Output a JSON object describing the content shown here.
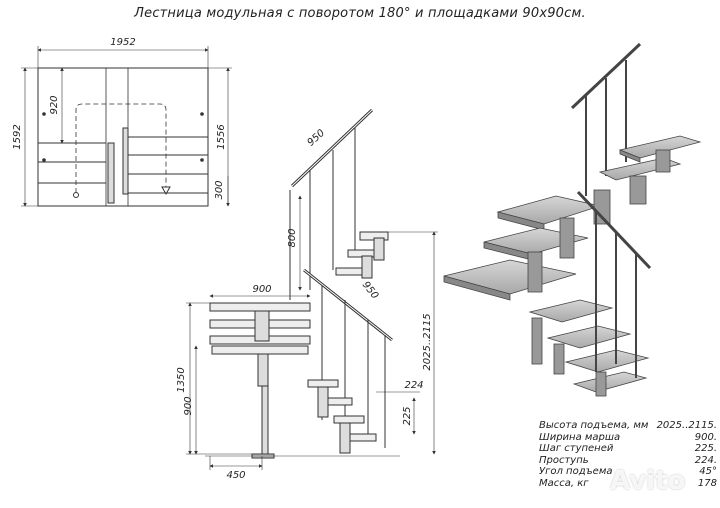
{
  "title": "Лестница модульная с поворотом 180° и площадками 90х90см.",
  "dimensions": {
    "plan_width": "1952",
    "plan_height_left": "1592",
    "plan_inner": "920",
    "plan_height_right": "1556",
    "plan_step": "300",
    "rail_upper": "950",
    "post_height": "800",
    "landing_width": "900",
    "rail_lower": "950",
    "total_height": "2025..2115",
    "side_1350": "1350",
    "side_900": "900",
    "step_224": "224",
    "step_225": "225",
    "base_450": "450"
  },
  "specs": [
    {
      "label": "Высота подъема, мм",
      "value": "2025..2115."
    },
    {
      "label": "Ширина марша",
      "value": "900."
    },
    {
      "label": "Шаг ступеней",
      "value": "225."
    },
    {
      "label": "Проступь",
      "value": "224."
    },
    {
      "label": "Угол подъема",
      "value": "45°"
    },
    {
      "label": "Масса, кг",
      "value": "178"
    }
  ],
  "watermark": "Avito",
  "colors": {
    "line": "#333333",
    "tread": "#c8c8c8",
    "tread_dark": "#8a8a8a"
  }
}
